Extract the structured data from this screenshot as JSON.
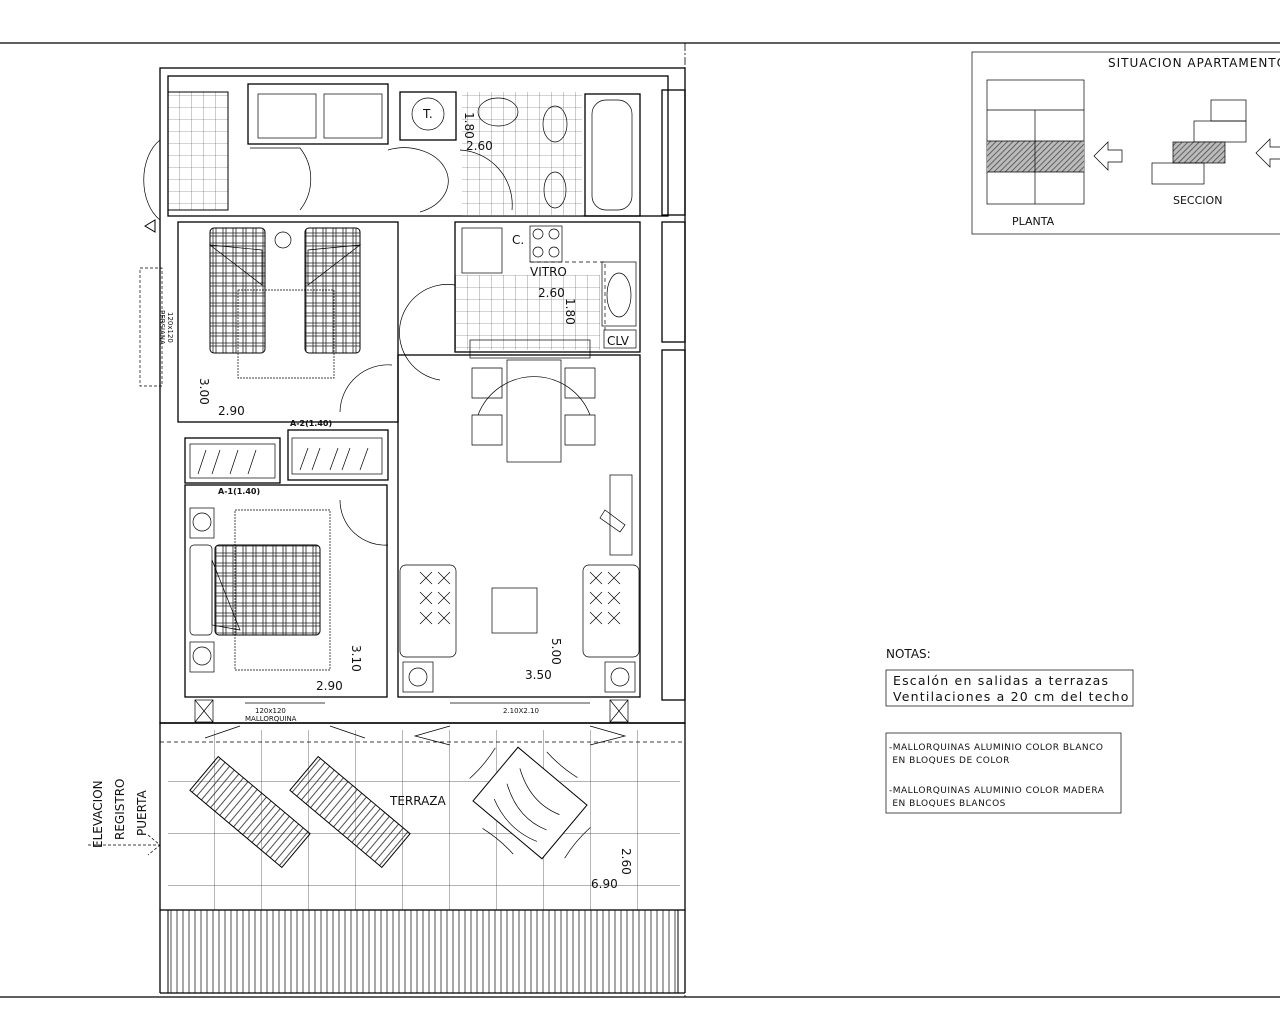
{
  "plan": {
    "rooms": {
      "terrace": "TERRAZA"
    },
    "fixtures": {
      "water_heater": "T.",
      "cooktop_c": "C.",
      "cooktop": "VITRO",
      "washer": "CLV"
    },
    "dimensions": {
      "bath_width": "2.60",
      "bath_depth": "1.80",
      "kitchen_width": "2.60",
      "kitchen_depth": "1.80",
      "bedroom1_depth": "3.00",
      "bedroom1_width": "2.90",
      "bedroom2_depth": "3.10",
      "bedroom2_width": "2.90",
      "living_depth": "5.00",
      "living_width": "3.50",
      "terrace_depth": "2.60",
      "terrace_width": "6.90"
    },
    "wardrobes": {
      "a2": "A-2(1.40)",
      "a1": "A-1(1.40)"
    },
    "windows": {
      "side_size": "120x120",
      "side_type": "PERSIANA",
      "bedroom_size": "120x120",
      "bedroom_type": "MALLORQUINA",
      "living_size": "2.10X2.10"
    },
    "elevation_label": [
      "ELEVACION",
      "REGISTRO",
      "PUERTA"
    ]
  },
  "situation": {
    "title": "SITUACION APARTAMENTO",
    "plan_label": "PLANTA",
    "section_label": "SECCION",
    "hatch_color": "#555555"
  },
  "notes": {
    "heading": "NOTAS:",
    "box1": [
      "Escalón en salidas a terrazas",
      "Ventilaciones a 20 cm del techo"
    ],
    "box2": [
      "-MALLORQUINAS ALUMINIO COLOR BLANCO",
      " EN BLOQUES DE COLOR",
      "-MALLORQUINAS ALUMINIO COLOR MADERA",
      " EN BLOQUES BLANCOS"
    ]
  }
}
